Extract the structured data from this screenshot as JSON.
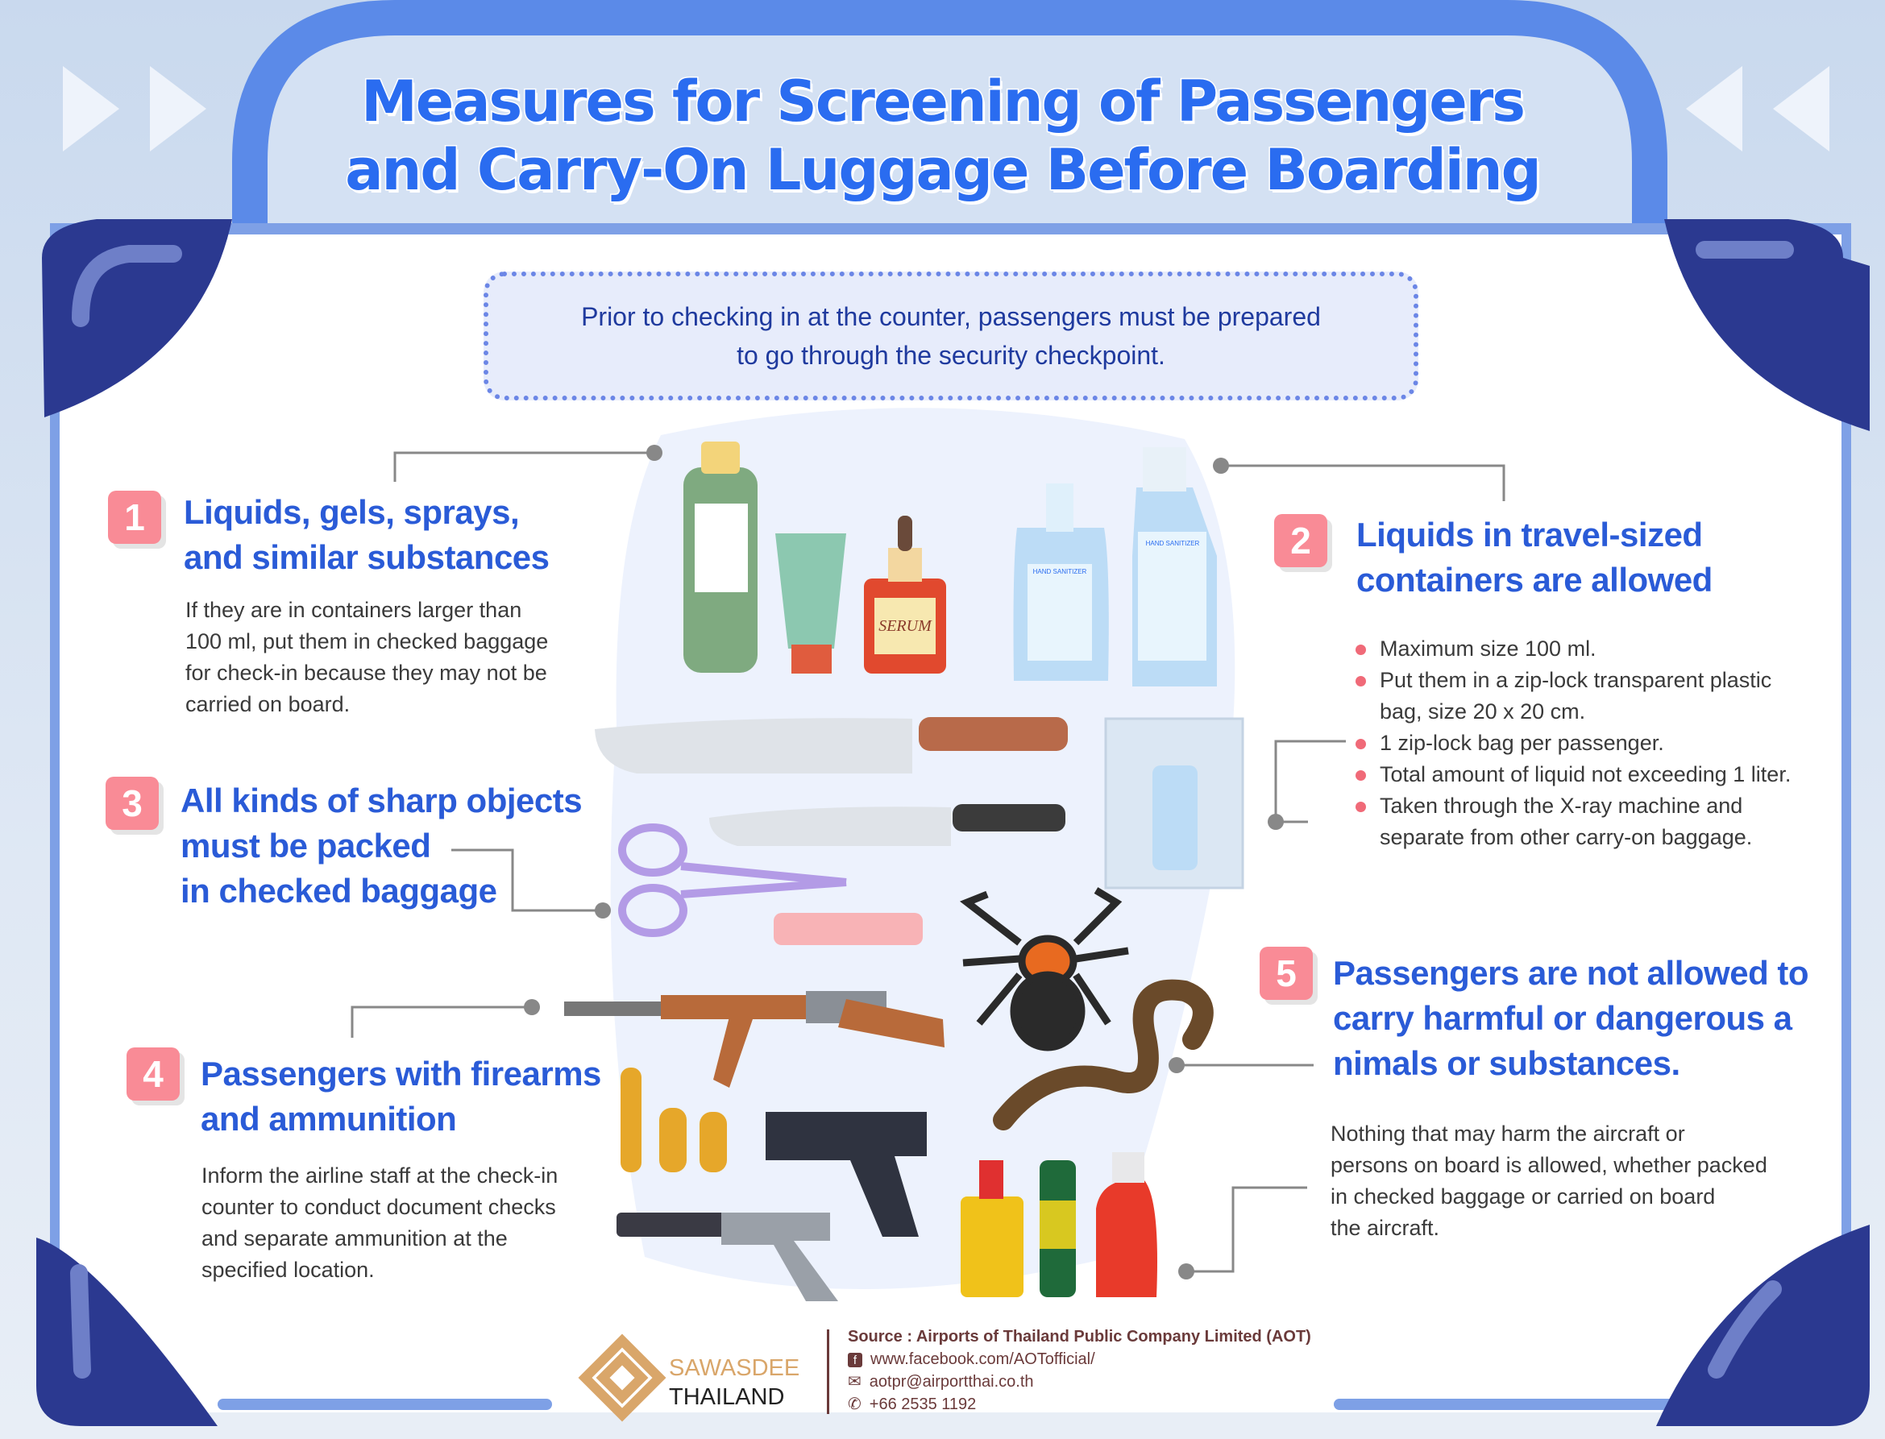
{
  "title": {
    "line1": "Measures for Screening of Passengers",
    "line2": "and Carry-On Luggage Before Boarding"
  },
  "intro": {
    "line1": "Prior to checking in at the counter, passengers must be prepared",
    "line2": "to go through the security checkpoint."
  },
  "sections": [
    {
      "number": "1",
      "heading": [
        "Liquids, gels, sprays,",
        "and similar substances"
      ],
      "body": [
        "If they are in containers larger than",
        "100 ml, put them in checked baggage",
        "for check-in because they may not be",
        "carried on board."
      ]
    },
    {
      "number": "2",
      "heading": [
        "Liquids in travel-sized",
        "containers are allowed"
      ],
      "bullets": [
        "Maximum size 100 ml.",
        "Put them in a zip-lock transparent plastic bag, size 20 x 20 cm.",
        "1 zip-lock bag per passenger.",
        "Total amount of liquid not exceeding 1 liter.",
        "Taken through the X-ray machine and separate from other carry-on baggage."
      ]
    },
    {
      "number": "3",
      "heading": [
        "All kinds of sharp objects",
        "must be packed",
        "in checked baggage"
      ]
    },
    {
      "number": "4",
      "heading": [
        "Passengers with firearms",
        "and ammunition"
      ],
      "body": [
        "Inform the airline staff at the check-in",
        "counter to conduct document checks",
        "and separate ammunition at the",
        "specified location."
      ]
    },
    {
      "number": "5",
      "heading": [
        "Passengers are not allowed to",
        "carry harmful or dangerous a",
        "nimals or substances."
      ],
      "body": [
        "Nothing that may harm the aircraft or",
        "persons on board is allowed, whether packed",
        "in checked baggage or carried on board",
        "the aircraft."
      ]
    }
  ],
  "illustration_labels": {
    "serum": "SERUM",
    "sanitizer": "HAND SANITIZER"
  },
  "footer": {
    "logo_line1": "SAWASDEE",
    "logo_line2": "THAILAND",
    "source": "Source : Airports of Thailand Public Company Limited (AOT)",
    "facebook": "www.facebook.com/AOTofficial/",
    "email": "aotpr@airportthai.co.th",
    "phone": "+66 2535 1192"
  },
  "colors": {
    "accent": "#2a5bd7",
    "badge": "#f98b96",
    "navy": "#2b3990",
    "frame": "#7ea0e6"
  }
}
